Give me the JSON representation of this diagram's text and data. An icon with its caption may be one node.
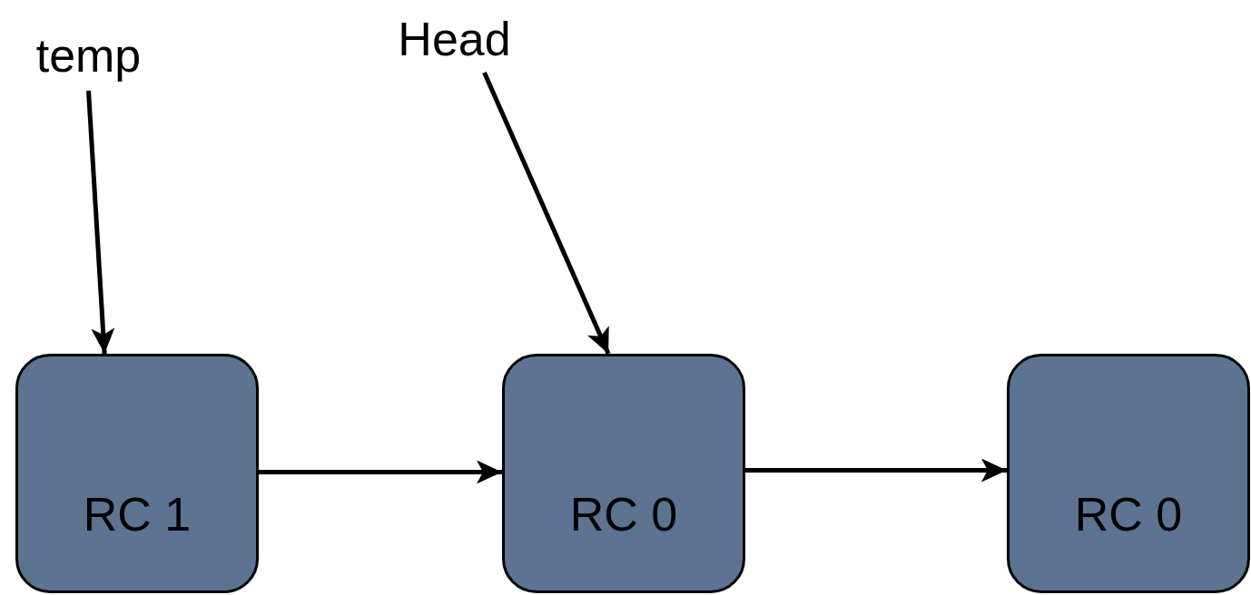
{
  "diagram": {
    "nodes": [
      {
        "text": [
          "temp"
        ]
      },
      {
        "text": [
          "Head"
        ]
      },
      {
        "text": [
          "RC 1"
        ]
      },
      {
        "text": [
          "RC 0"
        ]
      },
      {
        "text": [
          "RC 0"
        ]
      }
    ],
    "edges": [
      {
        "from": 0,
        "to": 2,
        "arrow": "to"
      },
      {
        "from": 1,
        "to": 3,
        "arrow": "to"
      },
      {
        "from": 2,
        "to": 3,
        "arrow": "to"
      },
      {
        "from": 3,
        "to": 4,
        "arrow": "to"
      }
    ]
  }
}
